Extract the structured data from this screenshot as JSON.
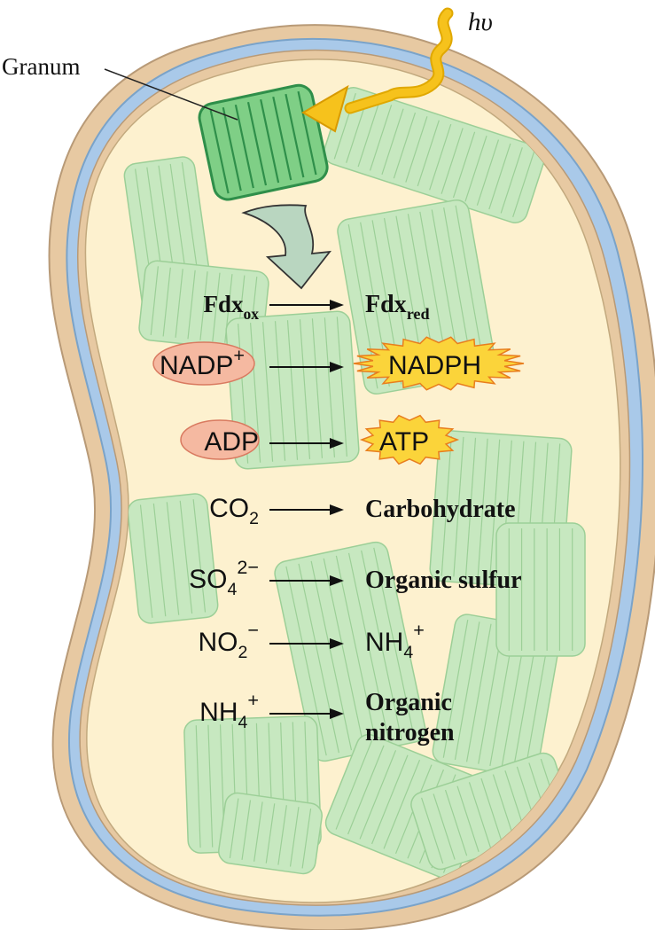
{
  "labels": {
    "granum": "Granum",
    "light_symbol": "hυ"
  },
  "colors": {
    "outer_membrane": "#e7c9a2",
    "inner_membrane": "#a9c9e9",
    "stroma": "#fdf1cf",
    "thylakoid": "#c7e8c0",
    "thylakoid_edge": "#9ccf97",
    "granum": "#7fcf86",
    "granum_edge": "#2f8f4a",
    "light_arrow": "#f6c21c",
    "reactant_oval": "#f5b9a1",
    "product_burst": "#fbd43a",
    "down_arrow": "#b9d6c0"
  },
  "reactions": [
    {
      "reactant": "Fdx",
      "reactant_sub": "ox",
      "reactant_sup": "",
      "product": "Fdx",
      "product_sub": "red",
      "product_sup": ""
    },
    {
      "reactant": "NADP",
      "reactant_sub": "",
      "reactant_sup": "+",
      "product": "NADPH",
      "product_sub": "",
      "product_sup": ""
    },
    {
      "reactant": "ADP",
      "reactant_sub": "",
      "reactant_sup": "",
      "product": "ATP",
      "product_sub": "",
      "product_sup": ""
    },
    {
      "reactant": "CO",
      "reactant_sub": "2",
      "reactant_sup": "",
      "product": "Carbohydrate",
      "product_sub": "",
      "product_sup": ""
    },
    {
      "reactant": "SO",
      "reactant_sub": "4",
      "reactant_sup": "2−",
      "product": "Organic sulfur",
      "product_sub": "",
      "product_sup": ""
    },
    {
      "reactant": "NO",
      "reactant_sub": "2",
      "reactant_sup": "−",
      "product": "NH",
      "product_sub": "4",
      "product_sup": "+"
    },
    {
      "reactant": "NH",
      "reactant_sub": "4",
      "reactant_sup": "+",
      "product": "Organic",
      "product_line2": "nitrogen",
      "product_sub": "",
      "product_sup": ""
    }
  ]
}
